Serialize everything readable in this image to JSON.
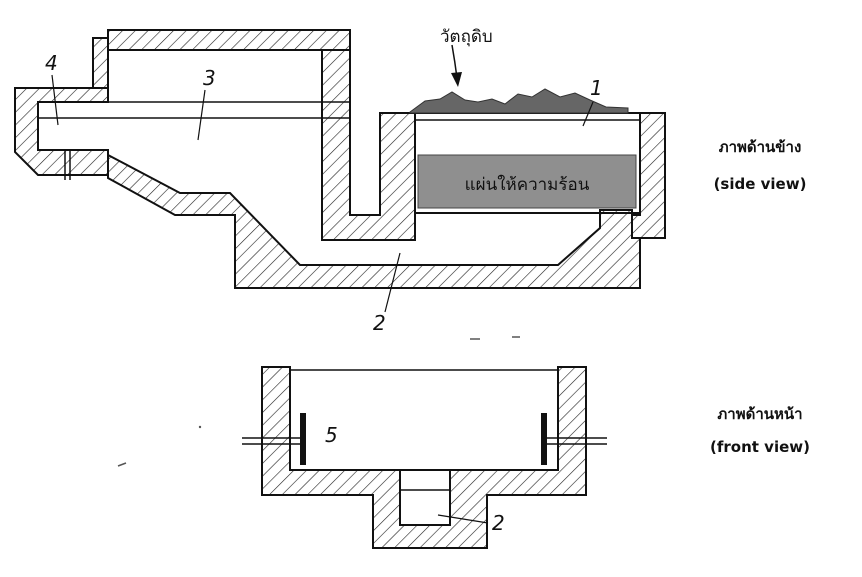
{
  "labels": {
    "raw_material": "วัตถุดิบ",
    "heater_plate": "แผ่นให้ความร้อน",
    "part_1": "1",
    "part_2_side": "2",
    "part_3": "3",
    "part_4": "4",
    "part_5": "5",
    "part_2_front": "2"
  },
  "views": {
    "side_view_th": "ภาพด้านข้าง",
    "side_view_en": "(side view)",
    "front_view_th": "ภาพด้านหน้า",
    "front_view_en": "(front view)"
  },
  "colors": {
    "hatch": "#222222",
    "heater_fill": "#8f8f8f",
    "raw_material_fill": "#666666"
  }
}
